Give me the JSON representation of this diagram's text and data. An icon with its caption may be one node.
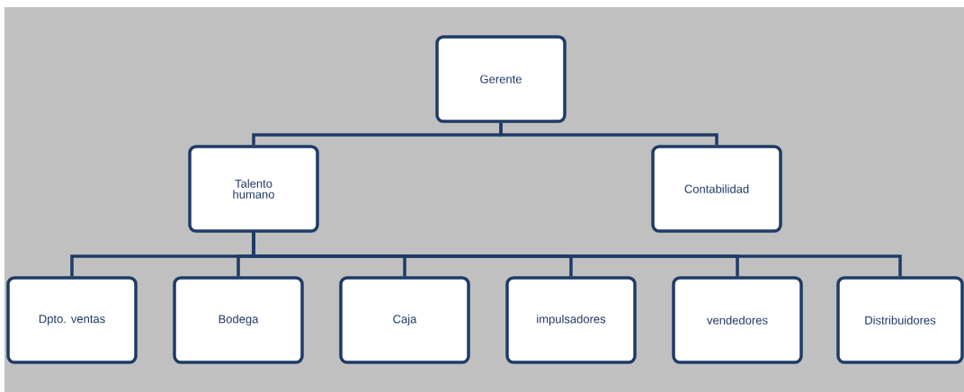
{
  "diagram": {
    "nodes": [
      {
        "text": [
          "Gerente"
        ]
      },
      {
        "text": [
          "Talento humano"
        ]
      },
      {
        "text": [
          "Contabilidad"
        ]
      },
      {
        "text": [
          "Dpto. ventas"
        ]
      },
      {
        "text": [
          "Bodega"
        ]
      },
      {
        "text": [
          "Caja"
        ]
      },
      {
        "text": [
          "impulsadores"
        ]
      },
      {
        "text": [
          "vendedores"
        ]
      },
      {
        "text": [
          "Distribuidores"
        ]
      }
    ],
    "edges": [
      {
        "from": 0,
        "to": 1,
        "arrow": "none"
      },
      {
        "from": 0,
        "to": 2,
        "arrow": "none"
      },
      {
        "from": 1,
        "to": 3,
        "arrow": "none"
      },
      {
        "from": 1,
        "to": 4,
        "arrow": "none"
      },
      {
        "from": 1,
        "to": 5,
        "arrow": "none"
      },
      {
        "from": 1,
        "to": 6,
        "arrow": "none"
      },
      {
        "from": 1,
        "to": 7,
        "arrow": "none"
      },
      {
        "from": 1,
        "to": 8,
        "arrow": "none"
      }
    ]
  }
}
